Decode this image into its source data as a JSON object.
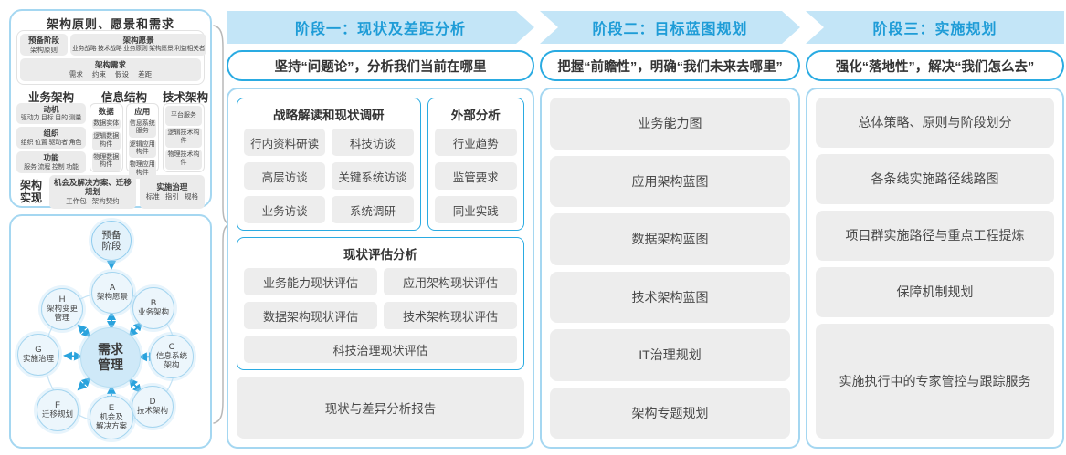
{
  "colors": {
    "band_bg": "#c3e5f7",
    "band_text": "#1e9cd7",
    "blue_border": "#2aabe2",
    "panel_border": "#a5d7f1",
    "gray_box": "#ededed",
    "arrow_blue": "#2aa3dd",
    "brace_gray": "#b8b8b8"
  },
  "left": {
    "principles": {
      "title": "架构原则、愿景和需求",
      "prep": {
        "title": "预备阶段",
        "sub": "架构原则"
      },
      "vision": {
        "title": "架构愿景",
        "items": "业务战略 技术战略 业务原则 架构愿景 利益相关者"
      },
      "requirements": {
        "title": "架构需求",
        "items": "需求 约束 假设 差距"
      },
      "business": {
        "title": "业务架构",
        "blocks": [
          {
            "title": "动机",
            "items": "驱动力 目标 目的 测量"
          },
          {
            "title": "组织",
            "items": "组织 位置 驱动者 角色"
          },
          {
            "title": "功能",
            "items": "服务 流程 控制 功能"
          }
        ]
      },
      "information": {
        "title": "信息结构",
        "data": {
          "title": "数据",
          "items": [
            "数据实体",
            "逻辑数据构件",
            "物理数据构件"
          ]
        },
        "application": {
          "title": "应用",
          "items": [
            "信息系统服务",
            "逻辑应用构件",
            "物理应用构件"
          ]
        }
      },
      "technology": {
        "title": "技术架构",
        "items": [
          "平台服务",
          "逻辑技术构件",
          "物理技术构件"
        ]
      },
      "realization": {
        "label": "架构实现",
        "opportunities": {
          "title": "机会及解决方案、迁移规划",
          "items": "工作包 架构契约"
        },
        "governance": {
          "title": "实施治理",
          "items": "标准 指引 规格"
        }
      }
    },
    "adm": {
      "prep": "预备\n阶段",
      "center": "需求\n管理",
      "circles": [
        {
          "letter": "A",
          "label": "架构愿景"
        },
        {
          "letter": "B",
          "label": "业务架构"
        },
        {
          "letter": "C",
          "label": "信息系统\n架构"
        },
        {
          "letter": "D",
          "label": "技术架构"
        },
        {
          "letter": "E",
          "label": "机会及\n解决方案"
        },
        {
          "letter": "F",
          "label": "迁移规划"
        },
        {
          "letter": "G",
          "label": "实施治理"
        },
        {
          "letter": "H",
          "label": "架构变更\n管理"
        }
      ]
    }
  },
  "phases": [
    {
      "title": "阶段一：现状及差距分析",
      "subtitle": "坚持“问题论”，分析我们当前在哪里",
      "research": {
        "title": "战略解读和现状调研",
        "items": [
          "行内资料研读",
          "科技访谈",
          "高层访谈",
          "关键系统访谈",
          "业务访谈",
          "系统调研"
        ]
      },
      "external": {
        "title": "外部分析",
        "items": [
          "行业趋势",
          "监管要求",
          "同业实践"
        ]
      },
      "assessment": {
        "title": "现状评估分析",
        "items": [
          "业务能力现状评估",
          "应用架构现状评估",
          "数据架构现状评估",
          "技术架构现状评估",
          "科技治理现状评估"
        ]
      },
      "report": "现状与差异分析报告"
    },
    {
      "title": "阶段二：目标蓝图规划",
      "subtitle": "把握“前瞻性”，明确“我们未来去哪里”",
      "items": [
        "业务能力图",
        "应用架构蓝图",
        "数据架构蓝图",
        "技术架构蓝图",
        "IT治理规划",
        "架构专题规划"
      ]
    },
    {
      "title": "阶段三：实施规划",
      "subtitle": "强化“落地性”，解决“我们怎么去”",
      "items": [
        "总体策略、原则与阶段划分",
        "各条线实施路径线路图",
        "项目群实施路径与重点工程提炼",
        "保障机制规划"
      ],
      "tall_item": "实施执行中的专家管控与跟踪服务"
    }
  ]
}
